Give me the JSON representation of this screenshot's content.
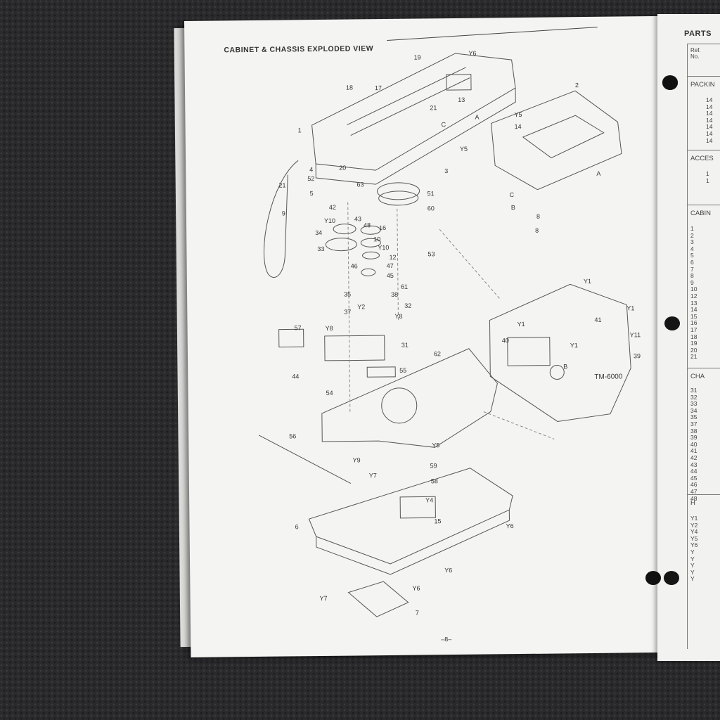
{
  "page": {
    "title": "CABINET & CHASSIS EXPLODED VIEW",
    "page_number": "–8–",
    "model_label": "TM-6000",
    "callouts": [
      "1",
      "2",
      "3",
      "4",
      "5",
      "6",
      "7",
      "8",
      "9",
      "10",
      "12",
      "13",
      "14",
      "15",
      "16",
      "17",
      "18",
      "19",
      "20",
      "21",
      "21",
      "31",
      "32",
      "33",
      "34",
      "35",
      "37",
      "38",
      "39",
      "40",
      "41",
      "42",
      "43",
      "44",
      "45",
      "46",
      "47",
      "48",
      "51",
      "52",
      "53",
      "54",
      "55",
      "56",
      "57",
      "58",
      "59",
      "60",
      "61",
      "62",
      "63",
      "8",
      "A",
      "A",
      "B",
      "C",
      "C",
      "B",
      "Y6",
      "Y5",
      "Y5",
      "Y10",
      "Y10",
      "Y2",
      "Y8",
      "Y8",
      "Y1",
      "Y1",
      "Y1",
      "Y1",
      "Y11",
      "Y5",
      "Y9",
      "Y7",
      "Y4",
      "Y6",
      "Y6",
      "Y6",
      "Y7"
    ]
  },
  "parts_list": {
    "title": "PARTS",
    "ref_header": "Ref.\nNo.",
    "sections": [
      {
        "name": "PACKIN",
        "refs": [
          "14",
          "14",
          "14",
          "14",
          "14",
          "14",
          "14"
        ]
      },
      {
        "name": "ACCES",
        "refs": [
          "1",
          "1"
        ]
      },
      {
        "name": "CABIN",
        "refs": [
          "1",
          "2",
          "3",
          "4",
          "5",
          "6",
          "7",
          "8",
          "9",
          "10",
          "12",
          "13",
          "14",
          "15",
          "16",
          "17",
          "18",
          "19",
          "20",
          "21"
        ]
      },
      {
        "name": "CHA",
        "refs": [
          "31",
          "32",
          "33",
          "34",
          "35",
          "37",
          "38",
          "39",
          "40",
          "41",
          "42",
          "43",
          "44",
          "45",
          "46",
          "47",
          "48"
        ]
      },
      {
        "name": "H",
        "refs": [
          "Y1",
          "Y2",
          "Y4",
          "Y5",
          "Y6",
          "Y",
          "Y",
          "Y",
          "Y",
          "Y"
        ]
      }
    ]
  }
}
